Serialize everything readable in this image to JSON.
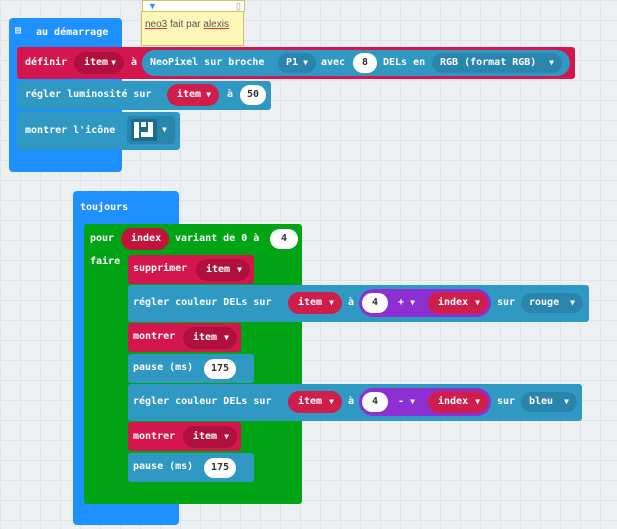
{
  "comment": {
    "text_part1": "neo3",
    "text_part2": "fait par",
    "text_part3": "alexis"
  },
  "start_block": {
    "label": "au démarrage",
    "define": {
      "label": "définir",
      "var": "item",
      "to": "à",
      "neopixel": "NeoPixel sur broche",
      "pin": "P1",
      "with": "avec",
      "count": "8",
      "leds_in": "DELs en",
      "mode": "RGB (format RGB)"
    },
    "brightness": {
      "label": "régler luminosité sur",
      "var": "item",
      "to": "à",
      "value": "50"
    },
    "show_icon": {
      "label": "montrer l'icône"
    }
  },
  "forever_block": {
    "label": "toujours",
    "for": {
      "label": "pour",
      "var": "index",
      "range_text": "variant de 0 à",
      "end": "4",
      "do": "faire"
    },
    "remove": {
      "label": "supprimer",
      "var": "item"
    },
    "set_color_1": {
      "label": "régler couleur DELs sur",
      "var": "item",
      "to": "à",
      "num": "4",
      "op": "+",
      "index": "index",
      "on": "sur",
      "color": "rouge"
    },
    "show_1": {
      "label": "montrer",
      "var": "item"
    },
    "pause_1": {
      "label": "pause (ms)",
      "value": "175"
    },
    "set_color_2": {
      "label": "régler couleur DELs sur",
      "var": "item",
      "to": "à",
      "num": "4",
      "op": "-",
      "index": "index",
      "on": "sur",
      "color": "bleu"
    },
    "show_2": {
      "label": "montrer",
      "var": "item"
    },
    "pause_2": {
      "label": "pause (ms)",
      "value": "175"
    }
  },
  "colors": {
    "event_blue": "#1e90ff",
    "variable_red": "#d4164f",
    "neopixel_teal": "#2f99c3",
    "loop_green": "#00a414",
    "math_purple": "#8e2fd1"
  }
}
